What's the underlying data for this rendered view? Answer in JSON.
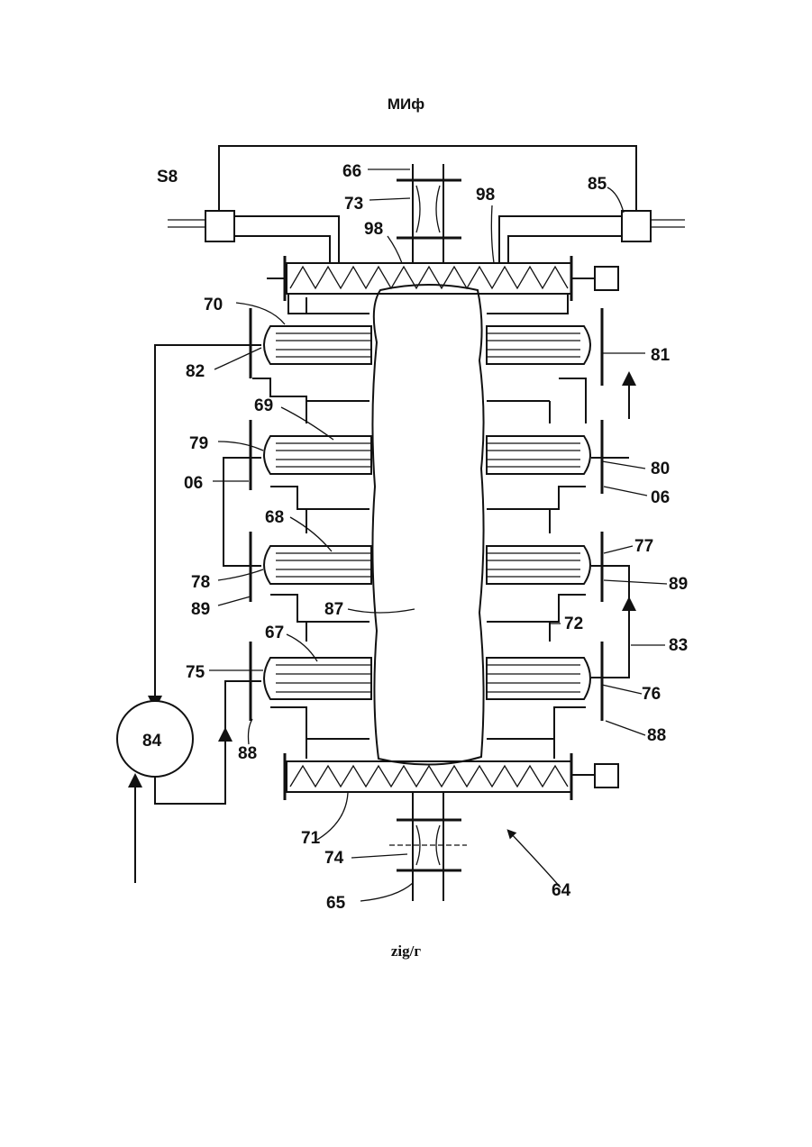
{
  "header": {
    "text": "МИф"
  },
  "footer": {
    "text": "zig/г"
  },
  "diagram": {
    "labels": {
      "l_s8": "S8",
      "l_66": "66",
      "l_73": "73",
      "l_98a": "98",
      "l_98b": "98",
      "l_85": "85",
      "l_70": "70",
      "l_82": "82",
      "l_81": "81",
      "l_69": "69",
      "l_79": "79",
      "l_80": "80",
      "l_06a": "06",
      "l_06b": "06",
      "l_68": "68",
      "l_77": "77",
      "l_78": "78",
      "l_89a": "89",
      "l_89b": "89",
      "l_87": "87",
      "l_72": "72",
      "l_67": "67",
      "l_83": "83",
      "l_75": "75",
      "l_76": "76",
      "l_84": "84",
      "l_88a": "88",
      "l_88b": "88",
      "l_71": "71",
      "l_74": "74",
      "l_65": "65",
      "l_64": "64"
    }
  }
}
